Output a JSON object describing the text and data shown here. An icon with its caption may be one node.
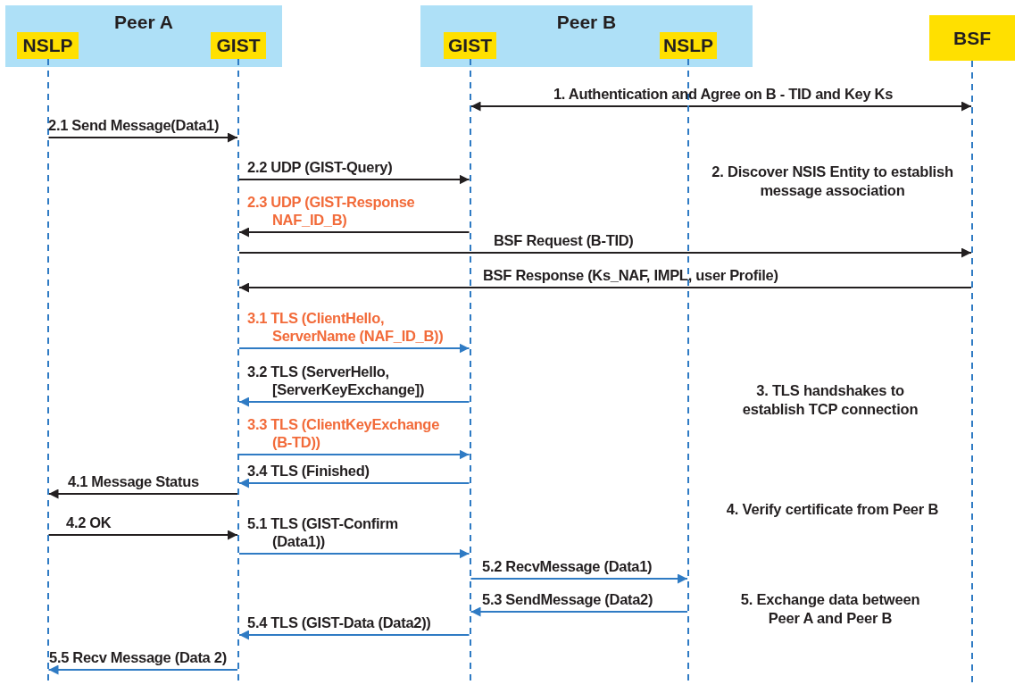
{
  "diagram": {
    "nodes": [
      {
        "text": [
          "Peer A"
        ]
      },
      {
        "text": [
          "NSLP"
        ],
        "in": 0
      },
      {
        "text": [
          "GIST"
        ],
        "in": 0
      },
      {
        "text": [
          "Peer B"
        ]
      },
      {
        "text": [
          "GIST"
        ],
        "in": 3
      },
      {
        "text": [
          "NSLP"
        ],
        "in": 3
      },
      {
        "text": [
          "BSF"
        ]
      },
      {
        "text": [],
        "shape": "line"
      },
      {
        "text": [],
        "shape": "line"
      },
      {
        "text": [],
        "shape": "line"
      },
      {
        "text": [],
        "shape": "line"
      },
      {
        "text": [],
        "shape": "line"
      }
    ],
    "edges": [
      {
        "from": 9,
        "to": 11,
        "arrow": "both",
        "label": "1. Authentication and Agree on B - TID and Key Ks",
        "color": "#231f20"
      },
      {
        "from": 7,
        "to": 8,
        "arrow": "to",
        "label": "2.1 Send Message(Data1)",
        "color": "#231f20"
      },
      {
        "from": 8,
        "to": 9,
        "arrow": "to",
        "label": "2.2 UDP (GIST-Query)",
        "color": "#231f20"
      },
      {
        "from": 9,
        "to": 8,
        "arrow": "to",
        "label": "2.3 UDP (GIST-Response NAF_ID_B)",
        "color": "#231f20"
      },
      {
        "from": 8,
        "to": 11,
        "arrow": "to",
        "label": "BSF Request (B-TID)",
        "color": "#231f20"
      },
      {
        "from": 11,
        "to": 8,
        "arrow": "to",
        "label": "BSF Response (Ks_NAF, IMPL, user Profile)",
        "color": "#231f20"
      },
      {
        "from": 8,
        "to": 9,
        "arrow": "to",
        "label": "3.1 TLS (ClientHello, ServerName (NAF_ID_B))"
      },
      {
        "from": 9,
        "to": 8,
        "arrow": "to",
        "label": "3.2 TLS (ServerHello, [ServerKeyExchange])"
      },
      {
        "from": 8,
        "to": 9,
        "arrow": "to",
        "label": "3.3 TLS (ClientKeyExchange (B-TD))"
      },
      {
        "from": 9,
        "to": 8,
        "arrow": "to",
        "label": "3.4 TLS (Finished)"
      },
      {
        "from": 8,
        "to": 7,
        "arrow": "to",
        "label": "4.1 Message Status",
        "color": "#231f20"
      },
      {
        "from": 7,
        "to": 8,
        "arrow": "to",
        "label": "4.2 OK",
        "color": "#231f20"
      },
      {
        "from": 8,
        "to": 9,
        "arrow": "to",
        "label": "5.1 TLS (GIST-Confirm (Data1))"
      },
      {
        "from": 9,
        "to": 10,
        "arrow": "to",
        "label": "5.2 RecvMessage (Data1)"
      },
      {
        "from": 10,
        "to": 9,
        "arrow": "to",
        "label": "5.3 SendMessage (Data2)"
      },
      {
        "from": 9,
        "to": 8,
        "arrow": "to",
        "label": "5.4 TLS (GIST-Data (Data2))"
      },
      {
        "from": 8,
        "to": 7,
        "arrow": "to",
        "label": "5.5 Recv Message (Data 2)"
      }
    ],
    "labels": [
      "2. Discover NSIS Entity to establish message association",
      "3. TLS handshakes to establish TCP connection",
      "4. Verify certificate from Peer B",
      "5. Exchange data between Peer A and Peer B"
    ]
  }
}
